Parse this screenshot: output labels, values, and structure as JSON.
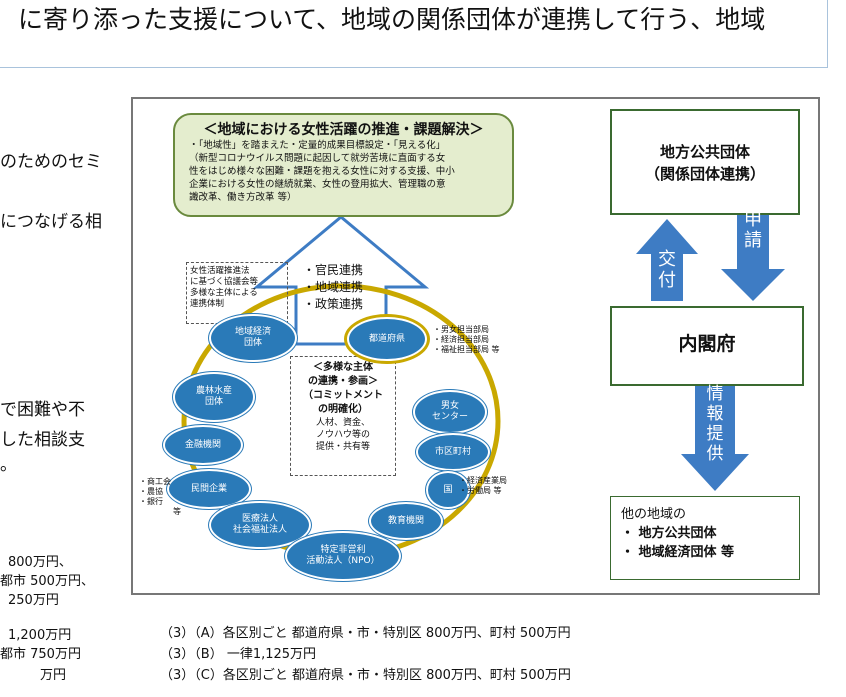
{
  "title": "に寄り添った支援について、地域の関係団体が連携して行う、地域",
  "left_text": {
    "line1": "のためのセミ",
    "line2": "につなげる相",
    "line3": "で困難や不",
    "line4": "した相談支",
    "line5": "。",
    "small1": "800万円、",
    "small2": "都市  500万円、",
    "small3": "250万円",
    "small4": "1,200万円",
    "small5": "都市  750万円",
    "small6": "万円"
  },
  "bottom_text": {
    "line1": "（3）（A）各区別ごと  都道府県・市・特別区  800万円、町村  500万円",
    "line2": "（3）（B）  一律1,125万円",
    "line3": "（3）（C）各区別ごと  都道府県・市・特別区  800万円、町村  500万円"
  },
  "diagram": {
    "goal": {
      "title": "＜地域における女性活躍の推進・課題解決＞",
      "lines": [
        "・「地域性」を踏まえた・定量的成果目標設定・「見える化」",
        "（新型コロナウイルス問題に起因して就労苦境に直面する女",
        "性をはじめ様々な困難・課題を抱える女性に対する支援、中小",
        "企業における女性の継続就業、女性の登用拡大、管理職の意",
        "識改革、働き方改革  等）"
      ]
    },
    "dashed_note": [
      "女性活躍推進法",
      "に基づく協議会等",
      "多様な主体による",
      "連携体制"
    ],
    "arrow_labels": [
      "・官民連携",
      "・地域連携",
      "・政策連携"
    ],
    "center": {
      "title_lines": [
        "＜多様な主体",
        "の連携・参画＞",
        "（コミットメント",
        "の明確化）"
      ],
      "body_lines": [
        "人材、資金、",
        "ノウハウ等の",
        "提供・共有等"
      ]
    },
    "nodes": [
      {
        "name": "chiiki",
        "label": "地域経済\n団体"
      },
      {
        "name": "todofuken",
        "label": "都道府県"
      },
      {
        "name": "norin",
        "label": "農林水産\n団体"
      },
      {
        "name": "danjo",
        "label": "男女\nセンター"
      },
      {
        "name": "kinyu",
        "label": "金融機関"
      },
      {
        "name": "shiku",
        "label": "市区町村"
      },
      {
        "name": "minkan",
        "label": "民間企業"
      },
      {
        "name": "kuni",
        "label": "国"
      },
      {
        "name": "iryo",
        "label": "医療法人\n社会福祉法人"
      },
      {
        "name": "kyoiku",
        "label": "教育機関"
      },
      {
        "name": "npo",
        "label": "特定非営利\n活動法人（NPO）"
      }
    ],
    "pref_notes": [
      "・男女担当部局",
      "・経済担当部局",
      "・福祉担当部局    等"
    ],
    "kuni_notes": [
      "・経済産業局",
      "・労働局  等"
    ],
    "left_notes": [
      "・商工会",
      "・農協",
      "・銀行",
      "等"
    ],
    "local_gov": {
      "line1": "地方公共団体",
      "line2": "（関係団体連携）"
    },
    "kofu": "交\n付",
    "shinsei": "申\n請",
    "cabinet": "内閣府",
    "joho": "情\n報\n提\n供",
    "other": {
      "title": "他の地域の",
      "items": [
        "・  地方公共団体",
        "・  地域経済団体      等"
      ]
    }
  },
  "colors": {
    "node_blue": "#2a7ab8",
    "goal_green": "#e4edce",
    "arrow_blue": "#3e7cc4",
    "gold": "#c9a800"
  }
}
